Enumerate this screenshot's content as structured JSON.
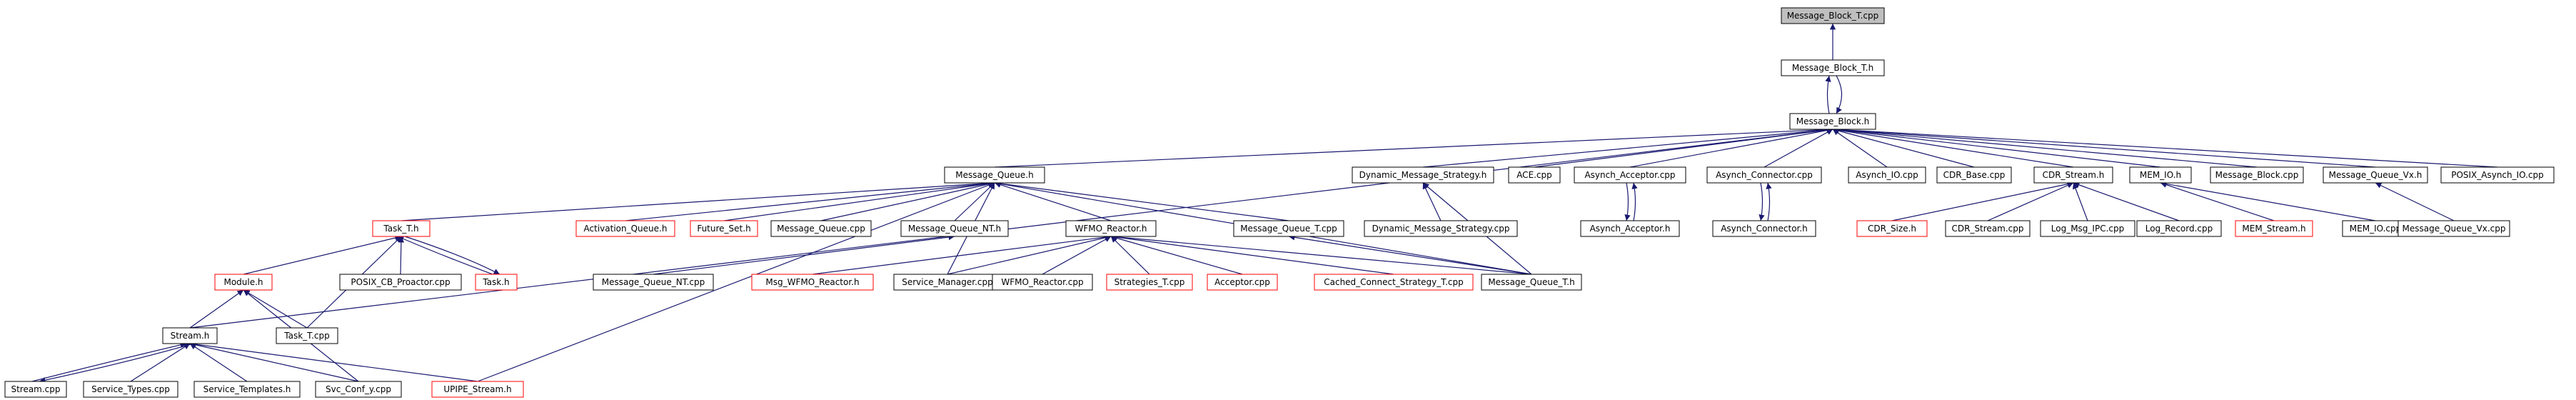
{
  "colors": {
    "edge": "#191970",
    "normal_border": "#000000",
    "normal_fill": "#ffffff",
    "incomplete_border": "#ff0000",
    "root_fill": "#bfbfbf",
    "text": "#000000"
  },
  "nodes": [
    {
      "id": "mbt_cpp",
      "label": "Message_Block_T.cpp",
      "style": "root"
    },
    {
      "id": "mbt_h",
      "label": "Message_Block_T.h",
      "style": "normal"
    },
    {
      "id": "mb_h",
      "label": "Message_Block.h",
      "style": "normal"
    },
    {
      "id": "mq_h",
      "label": "Message_Queue.h",
      "style": "normal"
    },
    {
      "id": "dms_h",
      "label": "Dynamic_Message_Strategy.h",
      "style": "normal"
    },
    {
      "id": "ace_cpp",
      "label": "ACE.cpp",
      "style": "normal"
    },
    {
      "id": "aacc_cpp",
      "label": "Asynch_Acceptor.cpp",
      "style": "normal"
    },
    {
      "id": "acon_cpp",
      "label": "Asynch_Connector.cpp",
      "style": "normal"
    },
    {
      "id": "aio_cpp",
      "label": "Asynch_IO.cpp",
      "style": "normal"
    },
    {
      "id": "cdrb_cpp",
      "label": "CDR_Base.cpp",
      "style": "normal"
    },
    {
      "id": "cdrs_h",
      "label": "CDR_Stream.h",
      "style": "normal"
    },
    {
      "id": "memio_h",
      "label": "MEM_IO.h",
      "style": "normal"
    },
    {
      "id": "mb_cpp",
      "label": "Message_Block.cpp",
      "style": "normal"
    },
    {
      "id": "mqvx_h",
      "label": "Message_Queue_Vx.h",
      "style": "normal"
    },
    {
      "id": "posixaio_cpp",
      "label": "POSIX_Asynch_IO.cpp",
      "style": "normal"
    },
    {
      "id": "task_t_h",
      "label": "Task_T.h",
      "style": "incomplete"
    },
    {
      "id": "aq_h",
      "label": "Activation_Queue.h",
      "style": "incomplete"
    },
    {
      "id": "fs_h",
      "label": "Future_Set.h",
      "style": "incomplete"
    },
    {
      "id": "mq_cpp",
      "label": "Message_Queue.cpp",
      "style": "normal"
    },
    {
      "id": "mqnt_h",
      "label": "Message_Queue_NT.h",
      "style": "normal"
    },
    {
      "id": "wfmo_h",
      "label": "WFMO_Reactor.h",
      "style": "normal"
    },
    {
      "id": "mqt_cpp",
      "label": "Message_Queue_T.cpp",
      "style": "normal"
    },
    {
      "id": "dms_cpp",
      "label": "Dynamic_Message_Strategy.cpp",
      "style": "normal"
    },
    {
      "id": "aacc_h",
      "label": "Asynch_Acceptor.h",
      "style": "normal"
    },
    {
      "id": "acon_h",
      "label": "Asynch_Connector.h",
      "style": "normal"
    },
    {
      "id": "cdrsize_h",
      "label": "CDR_Size.h",
      "style": "incomplete"
    },
    {
      "id": "cdrs_cpp",
      "label": "CDR_Stream.cpp",
      "style": "normal"
    },
    {
      "id": "lmipc_cpp",
      "label": "Log_Msg_IPC.cpp",
      "style": "normal"
    },
    {
      "id": "logrec_cpp",
      "label": "Log_Record.cpp",
      "style": "normal"
    },
    {
      "id": "mems_h",
      "label": "MEM_Stream.h",
      "style": "incomplete"
    },
    {
      "id": "memio_cpp",
      "label": "MEM_IO.cpp",
      "style": "normal"
    },
    {
      "id": "mqvx_cpp",
      "label": "Message_Queue_Vx.cpp",
      "style": "normal"
    },
    {
      "id": "module_h",
      "label": "Module.h",
      "style": "incomplete"
    },
    {
      "id": "posixcb_cpp",
      "label": "POSIX_CB_Proactor.cpp",
      "style": "normal"
    },
    {
      "id": "task_h",
      "label": "Task.h",
      "style": "incomplete"
    },
    {
      "id": "mqnt_cpp",
      "label": "Message_Queue_NT.cpp",
      "style": "normal"
    },
    {
      "id": "msgwfmo_h",
      "label": "Msg_WFMO_Reactor.h",
      "style": "incomplete"
    },
    {
      "id": "svcmgr_cpp",
      "label": "Service_Manager.cpp",
      "style": "normal"
    },
    {
      "id": "wfmo_cpp",
      "label": "WFMO_Reactor.cpp",
      "style": "normal"
    },
    {
      "id": "strat_cpp",
      "label": "Strategies_T.cpp",
      "style": "incomplete"
    },
    {
      "id": "acceptor_cpp",
      "label": "Acceptor.cpp",
      "style": "incomplete"
    },
    {
      "id": "ccst_cpp",
      "label": "Cached_Connect_Strategy_T.cpp",
      "style": "incomplete"
    },
    {
      "id": "mqt_h",
      "label": "Message_Queue_T.h",
      "style": "normal"
    },
    {
      "id": "stream_h",
      "label": "Stream.h",
      "style": "normal"
    },
    {
      "id": "task_t_cpp",
      "label": "Task_T.cpp",
      "style": "normal"
    },
    {
      "id": "stream_cpp",
      "label": "Stream.cpp",
      "style": "normal"
    },
    {
      "id": "svctypes_cpp",
      "label": "Service_Types.cpp",
      "style": "normal"
    },
    {
      "id": "svctempl_h",
      "label": "Service_Templates.h",
      "style": "normal"
    },
    {
      "id": "svcconf_cpp",
      "label": "Svc_Conf_y.cpp",
      "style": "normal"
    },
    {
      "id": "upipe_h",
      "label": "UPIPE_Stream.h",
      "style": "incomplete"
    }
  ],
  "edges": [
    [
      "mbt_h",
      "mbt_cpp"
    ],
    [
      "mb_h",
      "mbt_h"
    ],
    [
      "mbt_h",
      "mb_h"
    ],
    [
      "mq_h",
      "mb_h"
    ],
    [
      "dms_h",
      "mb_h"
    ],
    [
      "ace_cpp",
      "mb_h"
    ],
    [
      "aacc_cpp",
      "mb_h"
    ],
    [
      "acon_cpp",
      "mb_h"
    ],
    [
      "aio_cpp",
      "mb_h"
    ],
    [
      "cdrb_cpp",
      "mb_h"
    ],
    [
      "cdrs_h",
      "mb_h"
    ],
    [
      "memio_h",
      "mb_h"
    ],
    [
      "mb_cpp",
      "mb_h"
    ],
    [
      "mqvx_h",
      "mb_h"
    ],
    [
      "posixaio_cpp",
      "mb_h"
    ],
    [
      "stream_h",
      "mb_h"
    ],
    [
      "task_t_h",
      "mq_h"
    ],
    [
      "aq_h",
      "mq_h"
    ],
    [
      "fs_h",
      "mq_h"
    ],
    [
      "mq_cpp",
      "mq_h"
    ],
    [
      "mqnt_h",
      "mq_h"
    ],
    [
      "wfmo_h",
      "mq_h"
    ],
    [
      "mqt_cpp",
      "mq_h"
    ],
    [
      "mqt_h",
      "mq_h"
    ],
    [
      "svcmgr_cpp",
      "mq_h"
    ],
    [
      "upipe_h",
      "mq_h"
    ],
    [
      "dms_cpp",
      "dms_h"
    ],
    [
      "mqt_h",
      "dms_h"
    ],
    [
      "aacc_h",
      "aacc_cpp"
    ],
    [
      "aacc_cpp",
      "aacc_h"
    ],
    [
      "acon_h",
      "acon_cpp"
    ],
    [
      "acon_cpp",
      "acon_h"
    ],
    [
      "cdrsize_h",
      "cdrs_h"
    ],
    [
      "cdrs_cpp",
      "cdrs_h"
    ],
    [
      "lmipc_cpp",
      "cdrs_h"
    ],
    [
      "logrec_cpp",
      "cdrs_h"
    ],
    [
      "mems_h",
      "memio_h"
    ],
    [
      "memio_cpp",
      "memio_h"
    ],
    [
      "mqvx_cpp",
      "mqvx_h"
    ],
    [
      "module_h",
      "task_t_h"
    ],
    [
      "posixcb_cpp",
      "task_t_h"
    ],
    [
      "task_h",
      "task_t_h"
    ],
    [
      "task_t_cpp",
      "task_t_h"
    ],
    [
      "task_t_h",
      "task_h"
    ],
    [
      "mqnt_cpp",
      "mqnt_h"
    ],
    [
      "msgwfmo_h",
      "wfmo_h"
    ],
    [
      "svcmgr_cpp",
      "wfmo_h"
    ],
    [
      "wfmo_cpp",
      "wfmo_h"
    ],
    [
      "strat_cpp",
      "wfmo_h"
    ],
    [
      "acceptor_cpp",
      "wfmo_h"
    ],
    [
      "ccst_cpp",
      "wfmo_h"
    ],
    [
      "mqt_h",
      "wfmo_h"
    ],
    [
      "mqt_h",
      "mqt_cpp"
    ],
    [
      "stream_h",
      "module_h"
    ],
    [
      "task_t_cpp",
      "module_h"
    ],
    [
      "svcconf_cpp",
      "module_h"
    ],
    [
      "stream_cpp",
      "stream_h"
    ],
    [
      "svctypes_cpp",
      "stream_h"
    ],
    [
      "svctempl_h",
      "stream_h"
    ],
    [
      "svcconf_cpp",
      "stream_h"
    ],
    [
      "upipe_h",
      "stream_h"
    ],
    [
      "stream_h",
      "stream_cpp"
    ]
  ]
}
